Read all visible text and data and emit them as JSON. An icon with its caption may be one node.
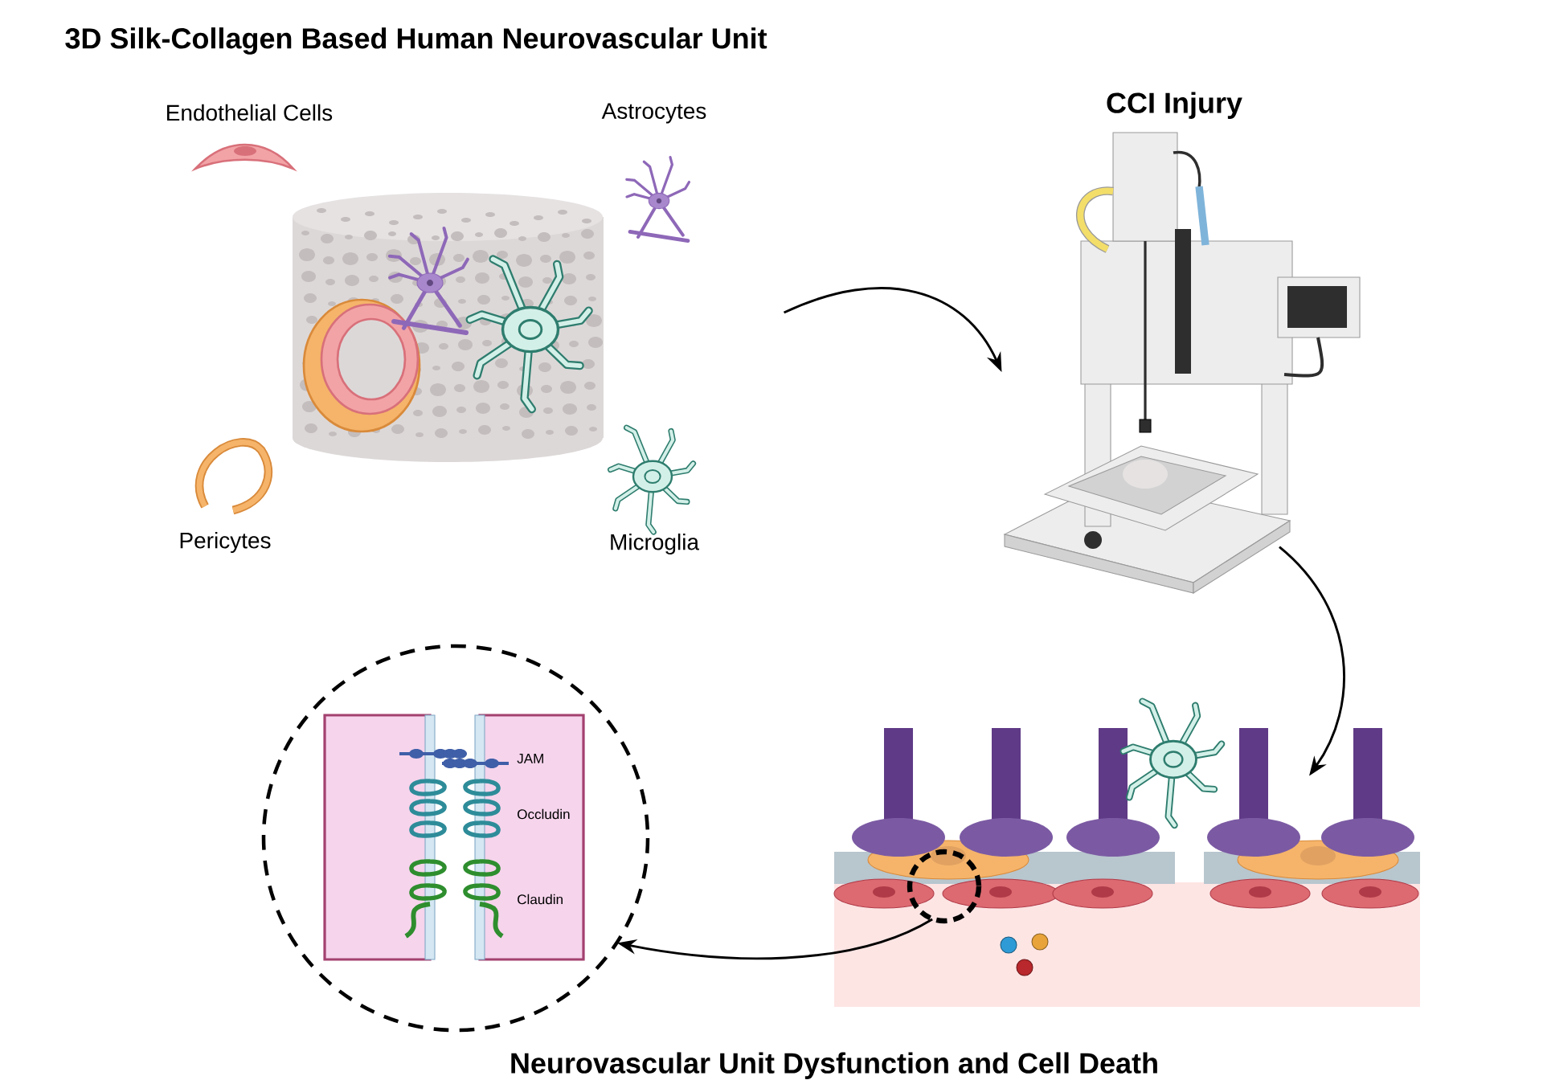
{
  "diagram": {
    "title": "3D Silk-Collagen Based Human Neurovascular Unit",
    "nodes": [
      {
        "text": [],
        "shape": "picture"
      },
      {
        "text": [
          "CCI Injury"
        ]
      },
      {
        "text": [
          "Neurovascular Unit Dysfunction and Cell Death"
        ]
      },
      {
        "text": [],
        "shape": "circle",
        "in": 2
      },
      {
        "text": [],
        "shape": "circle"
      }
    ],
    "edges": [
      {
        "from": 0,
        "to": 1,
        "arrow": "to"
      },
      {
        "from": 1,
        "to": 2,
        "arrow": "to"
      },
      {
        "from": 3,
        "to": 4,
        "arrow": "to"
      }
    ],
    "labels": [
      "Endothelial Cells",
      "Astrocytes",
      "Pericytes",
      "Microglia",
      "JAM",
      "Occludin",
      "Claudin"
    ]
  }
}
